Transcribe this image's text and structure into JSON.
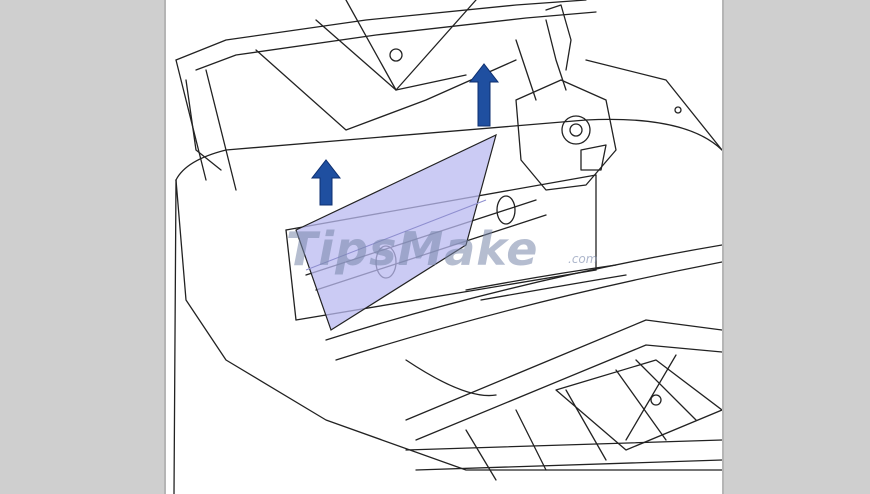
{
  "figure": {
    "subject": "printer-paper-jam-removal",
    "paper_color": "#b9b9f0",
    "arrow_color": "#1f4fa0",
    "line_color": "#222222",
    "side_panel_color": "#cfcfcf"
  },
  "watermark": {
    "text": "TipsMake",
    "suffix": ".com"
  }
}
